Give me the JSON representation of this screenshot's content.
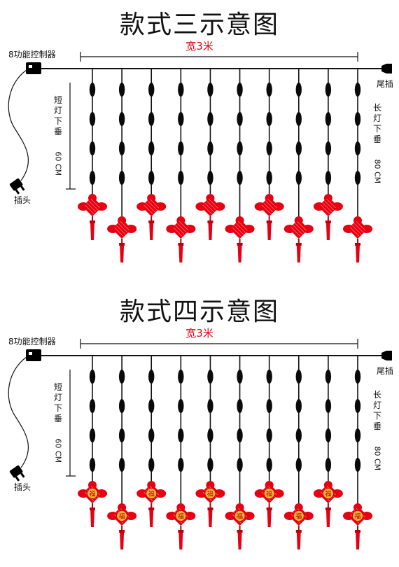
{
  "diagrams": [
    {
      "title": "款式三示意图",
      "width_label": "宽3米",
      "controller_label": "8功能控制器",
      "tail_label": "尾插",
      "plug_label": "插头",
      "short_drop_chars": [
        "短",
        "灯",
        "下",
        "垂"
      ],
      "short_drop_value": "60 CM",
      "long_drop_chars": [
        "长",
        "灯",
        "下",
        "垂"
      ],
      "long_drop_value": "80 CM",
      "strand_count": 10,
      "bulbs_per_strand": 4,
      "ornament_style": "plain"
    },
    {
      "title": "款式四示意图",
      "width_label": "宽3米",
      "controller_label": "8功能控制器",
      "tail_label": "尾插",
      "plug_label": "插头",
      "short_drop_chars": [
        "短",
        "灯",
        "下",
        "垂"
      ],
      "short_drop_value": "60 CM",
      "long_drop_chars": [
        "长",
        "灯",
        "下",
        "垂"
      ],
      "long_drop_value": "80 CM",
      "strand_count": 10,
      "bulbs_per_strand": 4,
      "ornament_style": "fu"
    }
  ],
  "ornament_glyph": "福",
  "colors": {
    "wire": "#111111",
    "bulb": "#0a0a0a",
    "knot": "#e60012",
    "knot_dark": "#b8000f",
    "knot_light": "#ff5a5a",
    "fu_center": "#f2b233",
    "width_label": "#e60012"
  }
}
